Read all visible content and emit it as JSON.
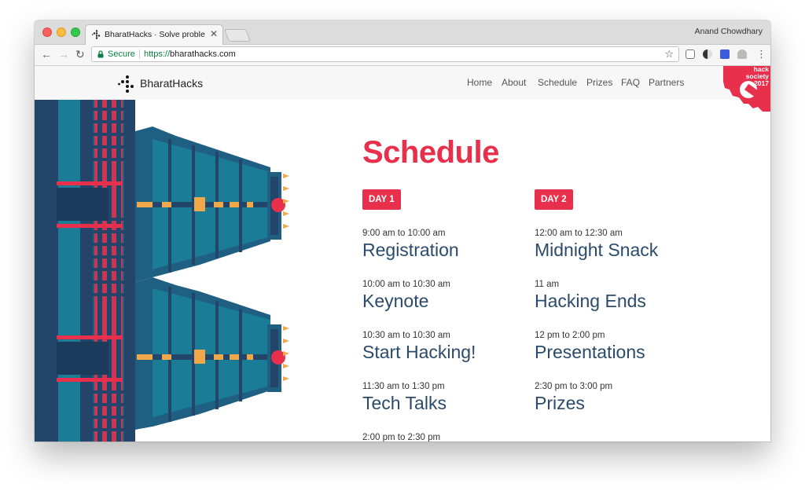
{
  "browser": {
    "tab_title": "BharatHacks · Solve problems",
    "profile_name": "Anand Chowdhary",
    "secure_label": "Secure",
    "url_scheme": "https://",
    "url_host": "bharathacks.com"
  },
  "site": {
    "logo_text": "BharatHacks",
    "nav": [
      "Home",
      "About",
      "Schedule",
      "Prizes",
      "FAQ",
      "Partners"
    ],
    "badge": [
      "hack",
      "society",
      "2017"
    ]
  },
  "schedule": {
    "title": "Schedule",
    "days": [
      {
        "label": "DAY 1",
        "events": [
          {
            "time": "9:00 am to 10:00 am",
            "name": "Registration"
          },
          {
            "time": "10:00 am to 10:30 am",
            "name": "Keynote"
          },
          {
            "time": "10:30 am to 10:30 am",
            "name": "Start Hacking!"
          },
          {
            "time": "11:30 am to 1:30 pm",
            "name": "Tech Talks"
          },
          {
            "time": "2:00 pm to 2:30 pm",
            "name": ""
          }
        ]
      },
      {
        "label": "DAY 2",
        "events": [
          {
            "time": "12:00 am to 12:30 am",
            "name": "Midnight Snack"
          },
          {
            "time": "11 am",
            "name": "Hacking Ends"
          },
          {
            "time": "12 pm to 2:00 pm",
            "name": "Presentations"
          },
          {
            "time": "2:30 pm to 3:00 pm",
            "name": "Prizes"
          }
        ]
      }
    ]
  },
  "colors": {
    "accent": "#e8304d",
    "heading_blue": "#2b4a6b",
    "temple_teal": "#1b7c98",
    "temple_navy": "#24456a",
    "temple_orange": "#f0a84a"
  }
}
